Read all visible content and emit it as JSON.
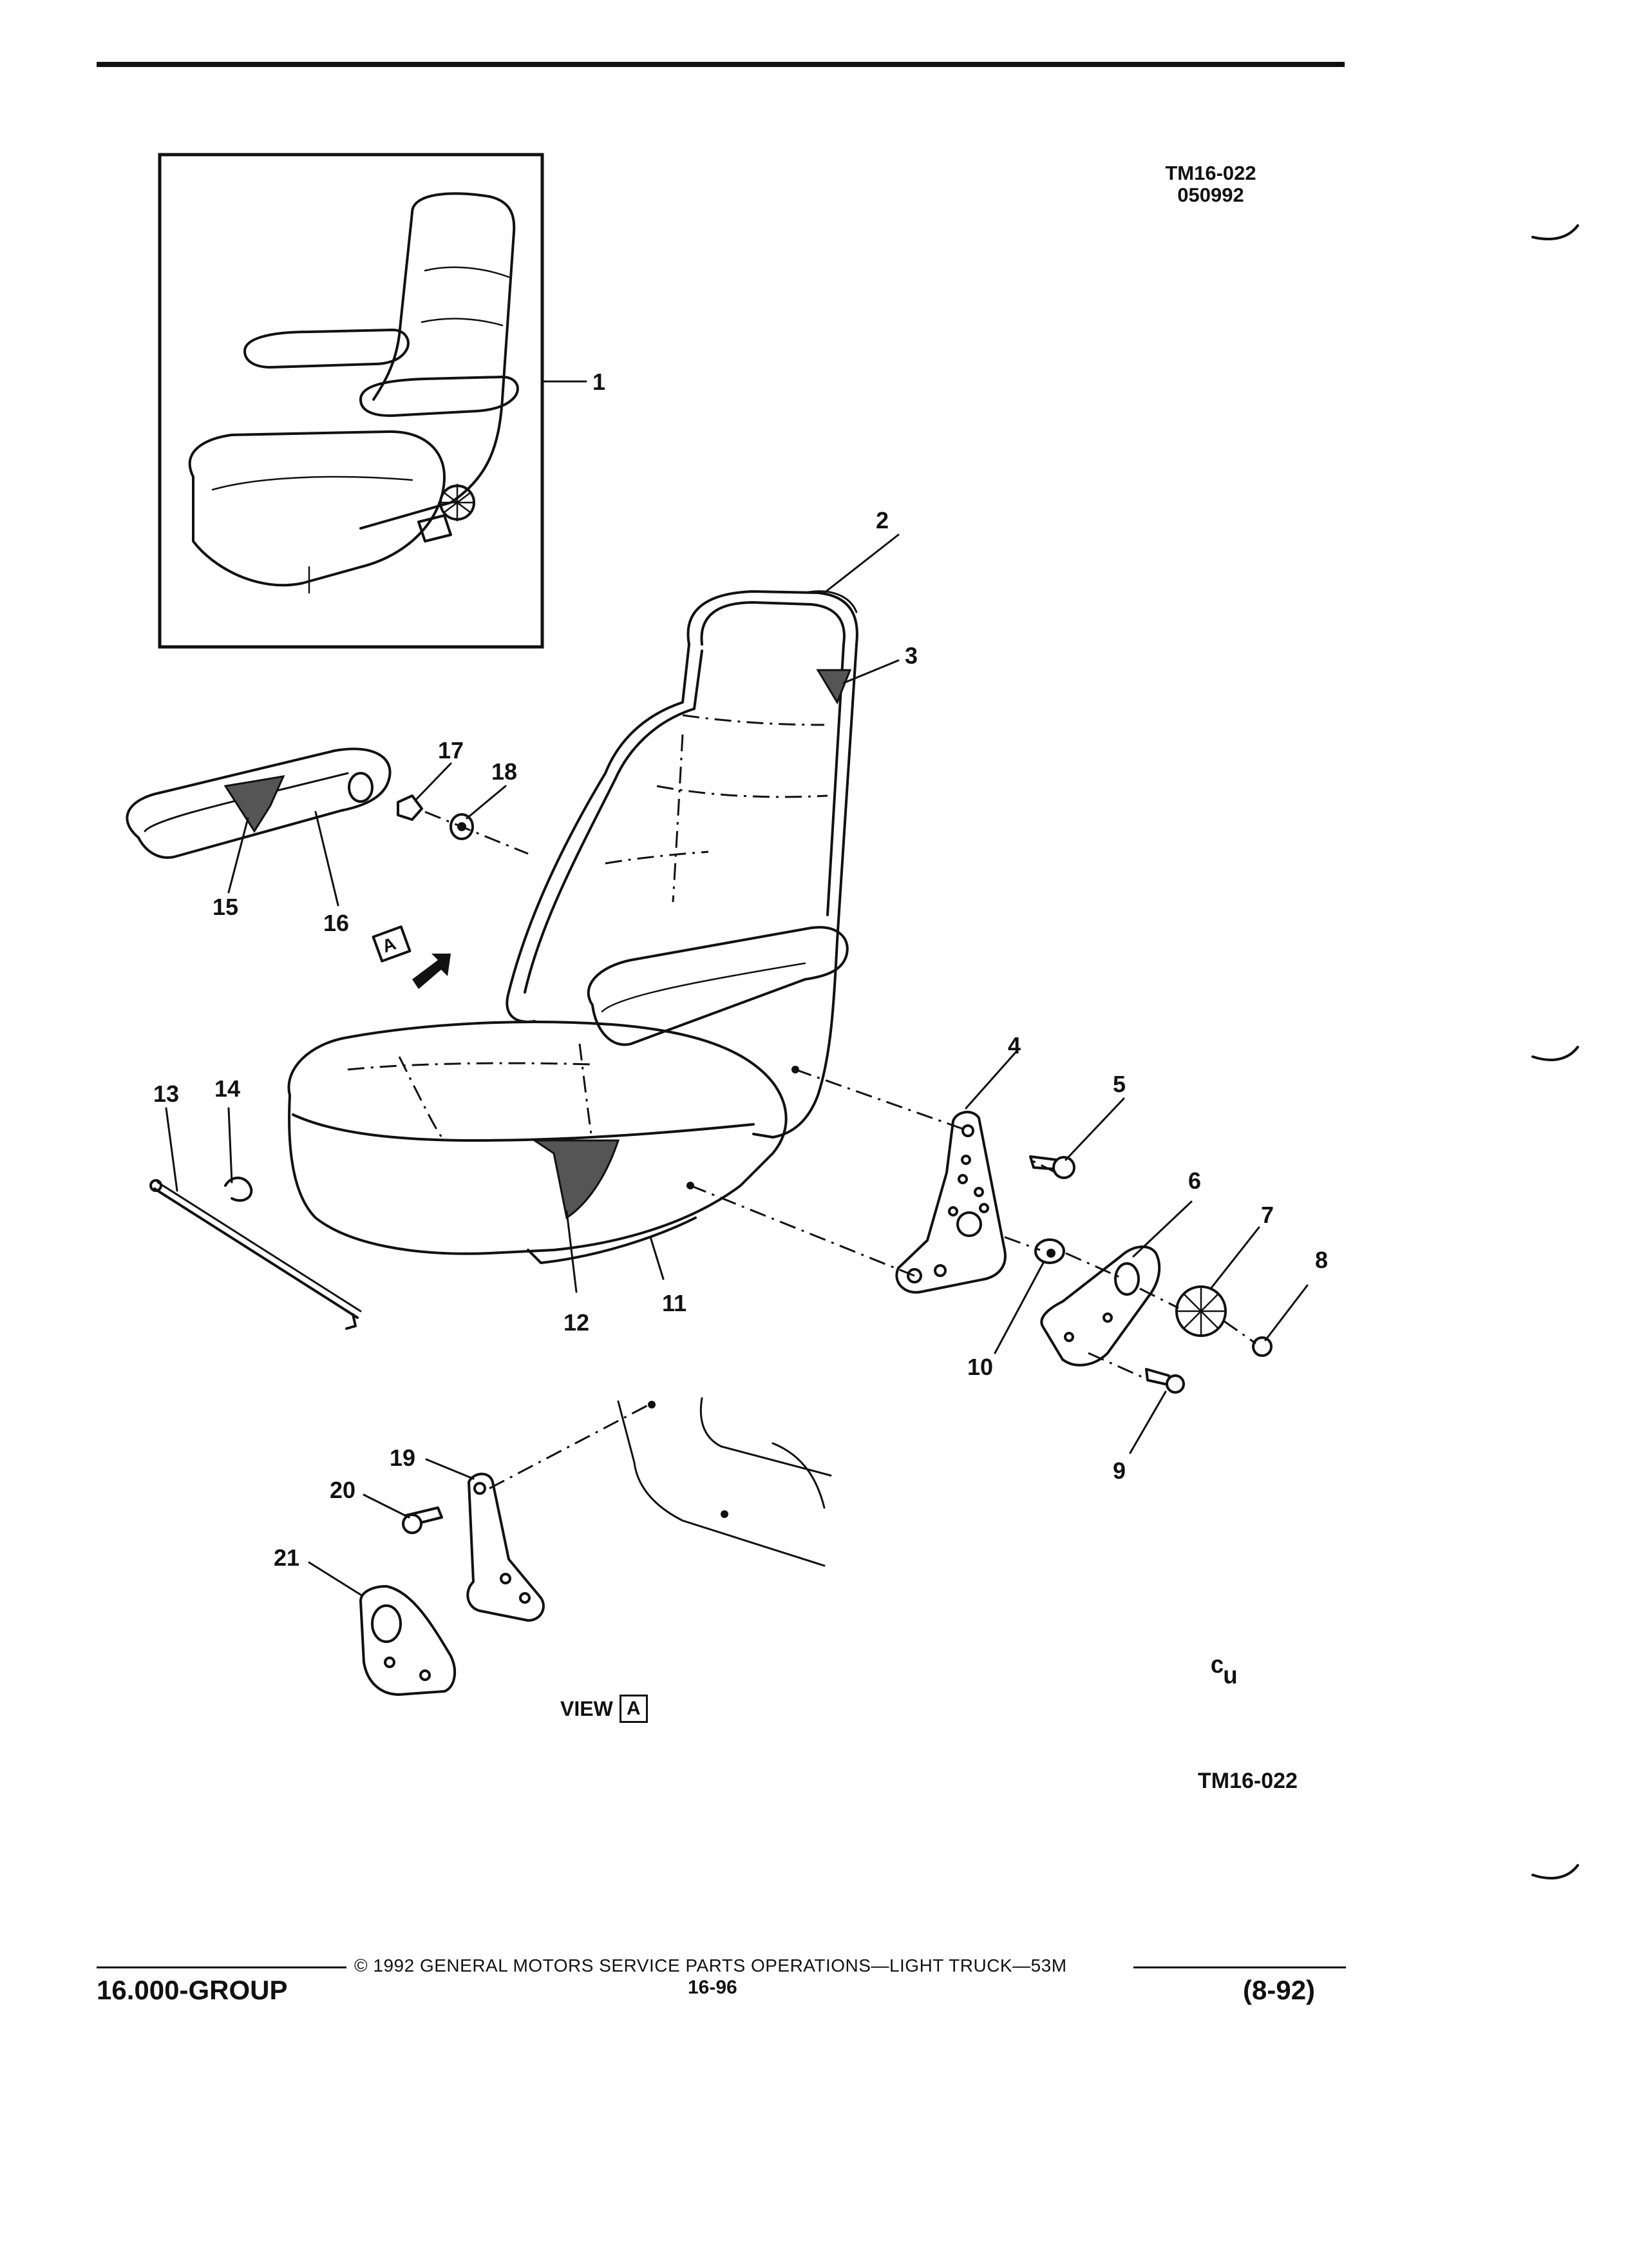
{
  "header": {
    "ref_code": "TM16-022",
    "ref_date": "050992"
  },
  "callouts": {
    "c1": "1",
    "c2": "2",
    "c3": "3",
    "c4": "4",
    "c5": "5",
    "c6": "6",
    "c7": "7",
    "c8": "8",
    "c9": "9",
    "c10": "10",
    "c11": "11",
    "c12": "12",
    "c13": "13",
    "c14": "14",
    "c15": "15",
    "c16": "16",
    "c17": "17",
    "c18": "18",
    "c19": "19",
    "c20": "20",
    "c21": "21"
  },
  "view_arrow_letter": "A",
  "view_label": {
    "text": "VIEW",
    "letter": "A"
  },
  "figure_code": "TM16-022",
  "mark": "ᶜᵤ",
  "footer": {
    "group": "16.000-GROUP",
    "copyright": "© 1992 GENERAL MOTORS SERVICE PARTS OPERATIONS—LIGHT TRUCK—53M",
    "page": "16-96",
    "date_code": "(8-92)"
  }
}
